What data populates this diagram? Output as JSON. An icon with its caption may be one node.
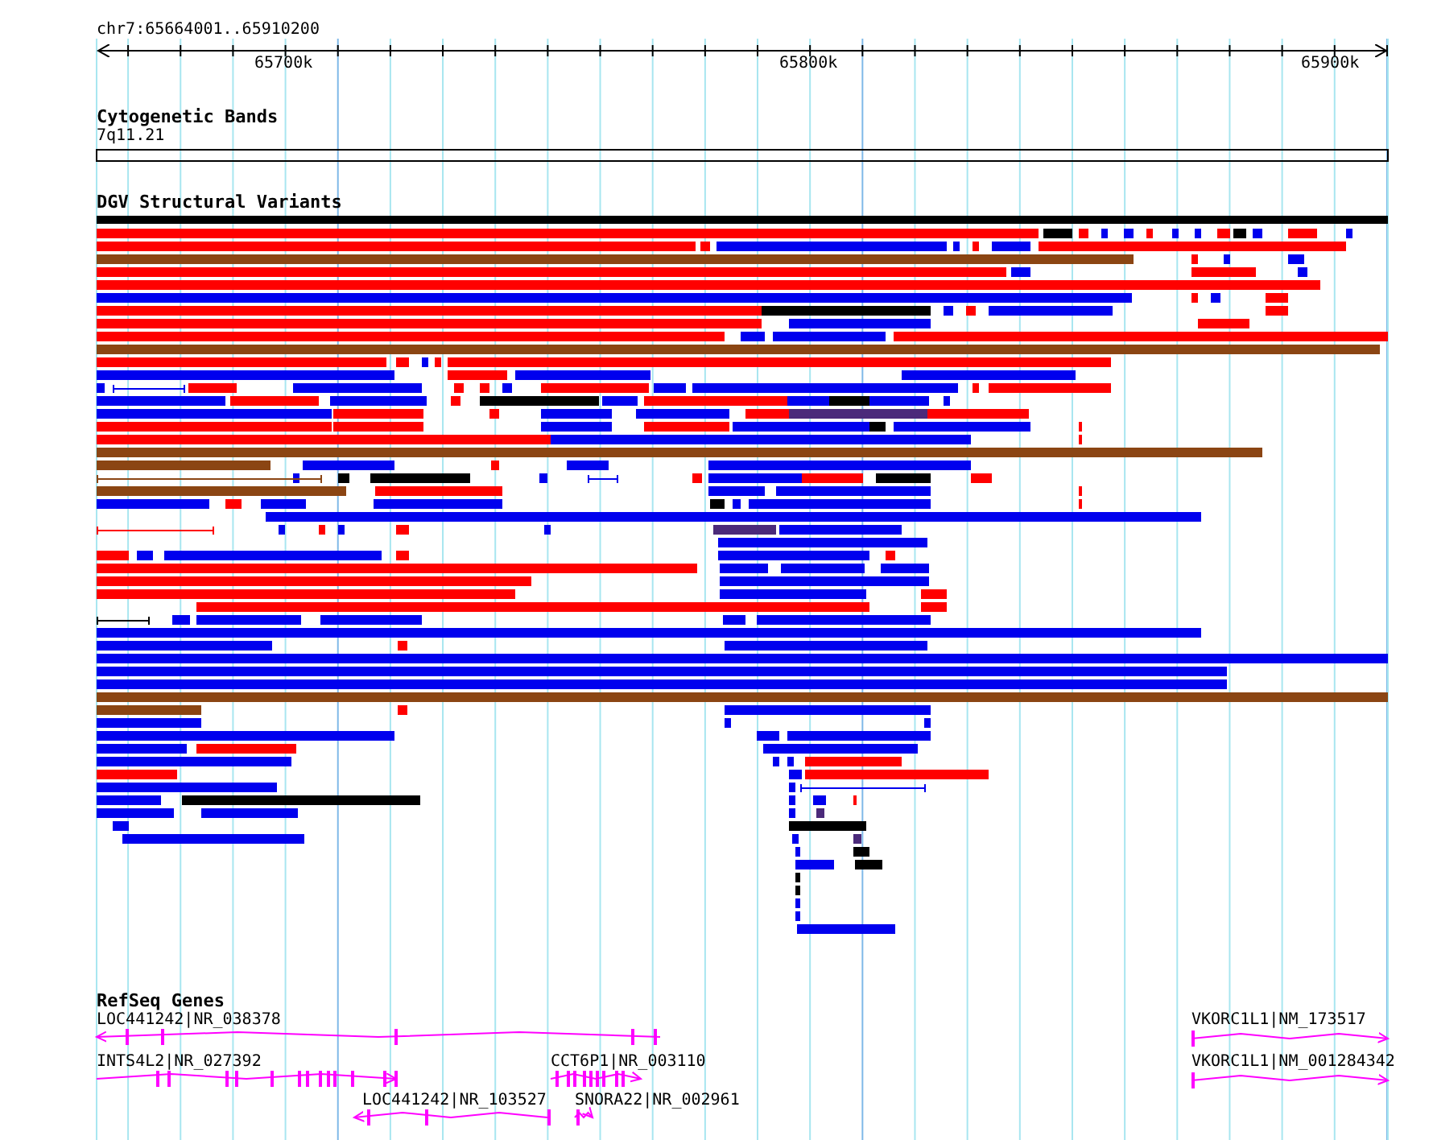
{
  "diagram": {
    "labels": [
      "chr7:65664001..65910200",
      "65700k",
      "65800k",
      "65900k",
      "Cytogenetic Bands",
      "7q11.21",
      "DGV Structural Variants",
      "RefSeq Genes",
      "LOC441242|NR_038378",
      "VKORC1L1|NM_173517",
      "INTS4L2|NR_027392",
      "CCT6P1|NR_003110",
      "VKORC1L1|NM_001284342",
      "LOC441242|NR_103527",
      "SNORA22|NR_002961"
    ]
  }
}
